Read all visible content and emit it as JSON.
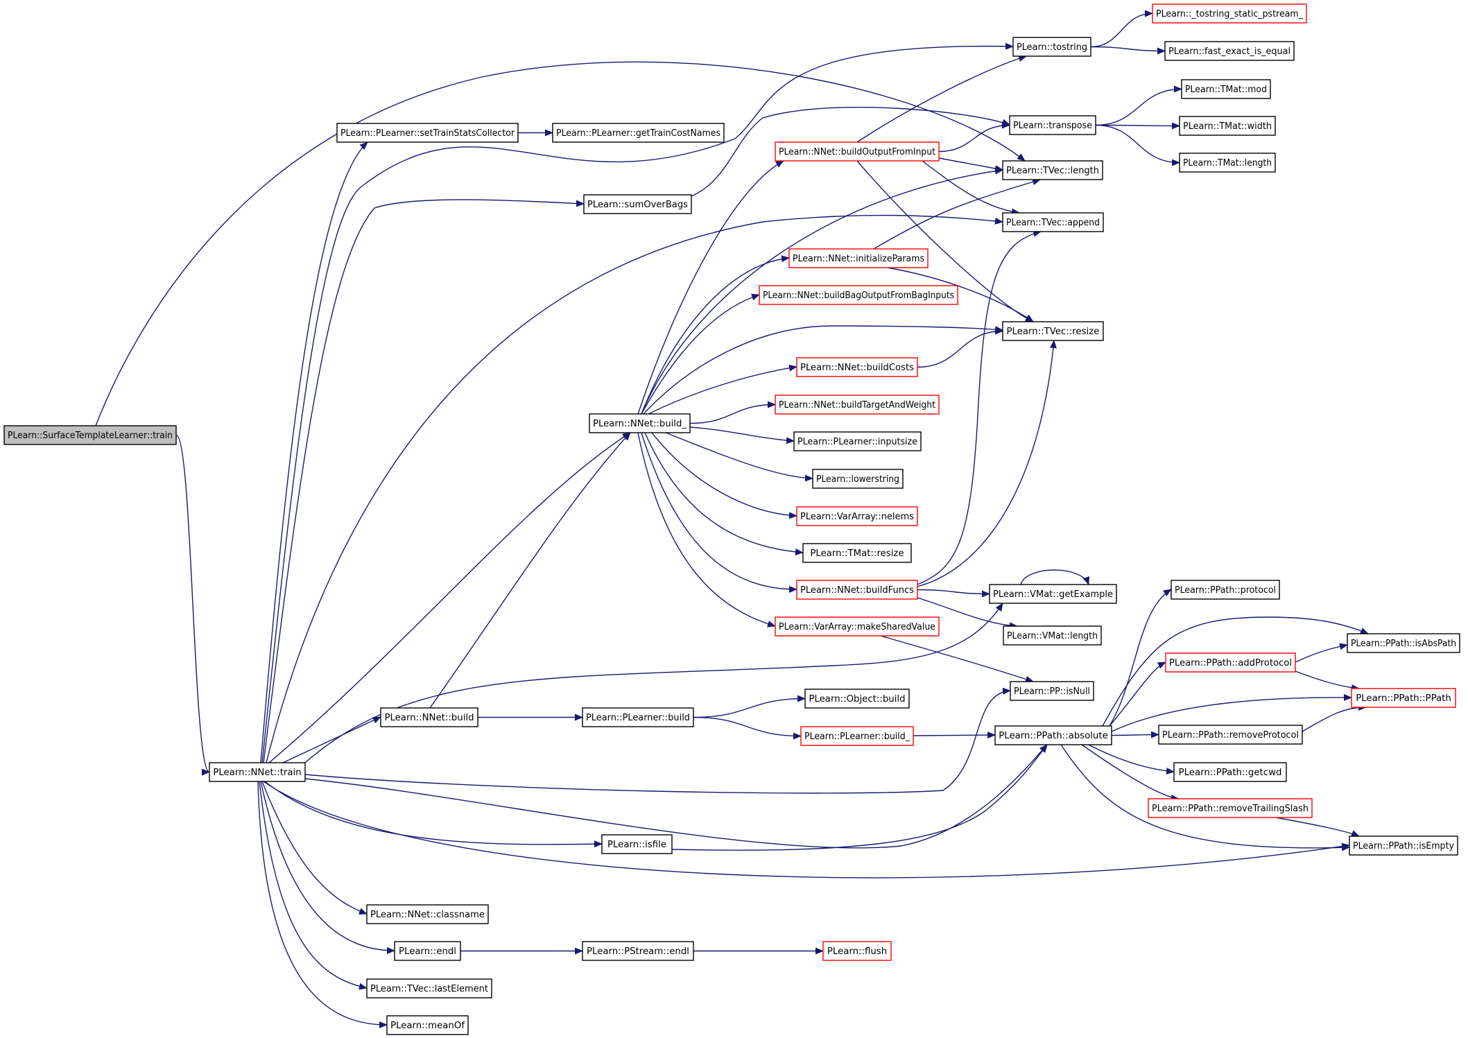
{
  "colors": {
    "edge": "#191970",
    "node_fill": "#ffffff",
    "root_fill": "#bfbfbf",
    "border_normal": "#000000",
    "border_truncated": "#ff0000",
    "text": "#000000"
  },
  "nodes": [
    {
      "id": "n0",
      "label": "PLearn::SurfaceTemplateLearner::train",
      "kind": "root"
    },
    {
      "id": "n1",
      "label": "PLearn::NNet::train",
      "kind": "normal"
    },
    {
      "id": "n2",
      "label": "PLearn::PLearner::setTrainStatsCollector",
      "kind": "normal"
    },
    {
      "id": "n3",
      "label": "PLearn::PLearner::getTrainCostNames",
      "kind": "normal"
    },
    {
      "id": "n4",
      "label": "PLearn::sumOverBags",
      "kind": "normal"
    },
    {
      "id": "n5",
      "label": "PLearn::tostring",
      "kind": "normal"
    },
    {
      "id": "n6",
      "label": "PLearn::_tostring_static_pstream_",
      "kind": "truncated"
    },
    {
      "id": "n7",
      "label": "PLearn::fast_exact_is_equal",
      "kind": "normal"
    },
    {
      "id": "n8",
      "label": "PLearn::transpose",
      "kind": "normal"
    },
    {
      "id": "n9",
      "label": "PLearn::TMat::mod",
      "kind": "normal"
    },
    {
      "id": "n10",
      "label": "PLearn::TMat::width",
      "kind": "normal"
    },
    {
      "id": "n11",
      "label": "PLearn::TMat::length",
      "kind": "normal"
    },
    {
      "id": "n12",
      "label": "PLearn::NNet::buildOutputFromInput",
      "kind": "truncated"
    },
    {
      "id": "n13",
      "label": "PLearn::TVec::length",
      "kind": "normal"
    },
    {
      "id": "n14",
      "label": "PLearn::TVec::append",
      "kind": "normal"
    },
    {
      "id": "n15",
      "label": "PLearn::NNet::initializeParams",
      "kind": "truncated"
    },
    {
      "id": "n16",
      "label": "PLearn::NNet::buildBagOutputFromBagInputs",
      "kind": "truncated"
    },
    {
      "id": "n17",
      "label": "PLearn::TVec::resize",
      "kind": "normal"
    },
    {
      "id": "n18",
      "label": "PLearn::NNet::buildCosts",
      "kind": "truncated"
    },
    {
      "id": "n19",
      "label": "PLearn::NNet::build_",
      "kind": "normal"
    },
    {
      "id": "n20",
      "label": "PLearn::NNet::buildTargetAndWeight",
      "kind": "truncated"
    },
    {
      "id": "n21",
      "label": "PLearn::PLearner::inputsize",
      "kind": "normal"
    },
    {
      "id": "n22",
      "label": "PLearn::lowerstring",
      "kind": "normal"
    },
    {
      "id": "n23",
      "label": "PLearn::VarArray::nelems",
      "kind": "truncated"
    },
    {
      "id": "n24",
      "label": "PLearn::TMat::resize",
      "kind": "normal"
    },
    {
      "id": "n25",
      "label": "PLearn::NNet::buildFuncs",
      "kind": "truncated"
    },
    {
      "id": "n26",
      "label": "PLearn::VMat::getExample",
      "kind": "normal"
    },
    {
      "id": "n27",
      "label": "PLearn::VarArray::makeSharedValue",
      "kind": "truncated"
    },
    {
      "id": "n28",
      "label": "PLearn::VMat::length",
      "kind": "normal"
    },
    {
      "id": "n29",
      "label": "PLearn::PP::isNull",
      "kind": "normal"
    },
    {
      "id": "n30",
      "label": "PLearn::NNet::build",
      "kind": "normal"
    },
    {
      "id": "n31",
      "label": "PLearn::PLearner::build",
      "kind": "normal"
    },
    {
      "id": "n32",
      "label": "PLearn::Object::build",
      "kind": "normal"
    },
    {
      "id": "n33",
      "label": "PLearn::PLearner::build_",
      "kind": "truncated"
    },
    {
      "id": "n34",
      "label": "PLearn::PPath::absolute",
      "kind": "normal"
    },
    {
      "id": "n35",
      "label": "PLearn::PPath::protocol",
      "kind": "normal"
    },
    {
      "id": "n36",
      "label": "PLearn::PPath::isAbsPath",
      "kind": "normal"
    },
    {
      "id": "n37",
      "label": "PLearn::PPath::addProtocol",
      "kind": "truncated"
    },
    {
      "id": "n38",
      "label": "PLearn::PPath::PPath",
      "kind": "truncated"
    },
    {
      "id": "n39",
      "label": "PLearn::PPath::removeProtocol",
      "kind": "normal"
    },
    {
      "id": "n40",
      "label": "PLearn::PPath::getcwd",
      "kind": "normal"
    },
    {
      "id": "n41",
      "label": "PLearn::PPath::removeTrailingSlash",
      "kind": "truncated"
    },
    {
      "id": "n42",
      "label": "PLearn::PPath::isEmpty",
      "kind": "normal"
    },
    {
      "id": "n43",
      "label": "PLearn::isfile",
      "kind": "normal"
    },
    {
      "id": "n44",
      "label": "PLearn::NNet::classname",
      "kind": "normal"
    },
    {
      "id": "n45",
      "label": "PLearn::endl",
      "kind": "normal"
    },
    {
      "id": "n46",
      "label": "PLearn::PStream::endl",
      "kind": "normal"
    },
    {
      "id": "n47",
      "label": "PLearn::flush",
      "kind": "truncated"
    },
    {
      "id": "n48",
      "label": "PLearn::TVec::lastElement",
      "kind": "normal"
    },
    {
      "id": "n49",
      "label": "PLearn::meanOf",
      "kind": "normal"
    }
  ],
  "edges": [
    [
      "n0",
      "n1"
    ],
    [
      "n0",
      "n13"
    ],
    [
      "n1",
      "n2"
    ],
    [
      "n1",
      "n4"
    ],
    [
      "n1",
      "n5"
    ],
    [
      "n1",
      "n14"
    ],
    [
      "n1",
      "n19"
    ],
    [
      "n1",
      "n30"
    ],
    [
      "n1",
      "n26"
    ],
    [
      "n1",
      "n29"
    ],
    [
      "n1",
      "n34"
    ],
    [
      "n1",
      "n43"
    ],
    [
      "n1",
      "n42"
    ],
    [
      "n1",
      "n44"
    ],
    [
      "n1",
      "n45"
    ],
    [
      "n1",
      "n48"
    ],
    [
      "n1",
      "n49"
    ],
    [
      "n2",
      "n3"
    ],
    [
      "n4",
      "n8"
    ],
    [
      "n5",
      "n6"
    ],
    [
      "n5",
      "n7"
    ],
    [
      "n8",
      "n9"
    ],
    [
      "n8",
      "n10"
    ],
    [
      "n8",
      "n11"
    ],
    [
      "n12",
      "n5"
    ],
    [
      "n12",
      "n8"
    ],
    [
      "n12",
      "n13"
    ],
    [
      "n12",
      "n14"
    ],
    [
      "n12",
      "n17"
    ],
    [
      "n15",
      "n13"
    ],
    [
      "n15",
      "n17"
    ],
    [
      "n18",
      "n17"
    ],
    [
      "n19",
      "n12"
    ],
    [
      "n19",
      "n13"
    ],
    [
      "n19",
      "n15"
    ],
    [
      "n19",
      "n16"
    ],
    [
      "n19",
      "n17"
    ],
    [
      "n19",
      "n18"
    ],
    [
      "n19",
      "n20"
    ],
    [
      "n19",
      "n21"
    ],
    [
      "n19",
      "n22"
    ],
    [
      "n19",
      "n23"
    ],
    [
      "n19",
      "n24"
    ],
    [
      "n19",
      "n25"
    ],
    [
      "n19",
      "n27"
    ],
    [
      "n25",
      "n14"
    ],
    [
      "n25",
      "n17"
    ],
    [
      "n25",
      "n26"
    ],
    [
      "n25",
      "n28"
    ],
    [
      "n26",
      "n26"
    ],
    [
      "n27",
      "n29"
    ],
    [
      "n30",
      "n19"
    ],
    [
      "n30",
      "n31"
    ],
    [
      "n31",
      "n32"
    ],
    [
      "n31",
      "n33"
    ],
    [
      "n33",
      "n34"
    ],
    [
      "n34",
      "n35"
    ],
    [
      "n34",
      "n36"
    ],
    [
      "n34",
      "n37"
    ],
    [
      "n34",
      "n38"
    ],
    [
      "n34",
      "n39"
    ],
    [
      "n34",
      "n40"
    ],
    [
      "n34",
      "n41"
    ],
    [
      "n34",
      "n42"
    ],
    [
      "n37",
      "n36"
    ],
    [
      "n37",
      "n38"
    ],
    [
      "n39",
      "n38"
    ],
    [
      "n41",
      "n42"
    ],
    [
      "n43",
      "n34"
    ],
    [
      "n45",
      "n46"
    ],
    [
      "n46",
      "n47"
    ]
  ]
}
